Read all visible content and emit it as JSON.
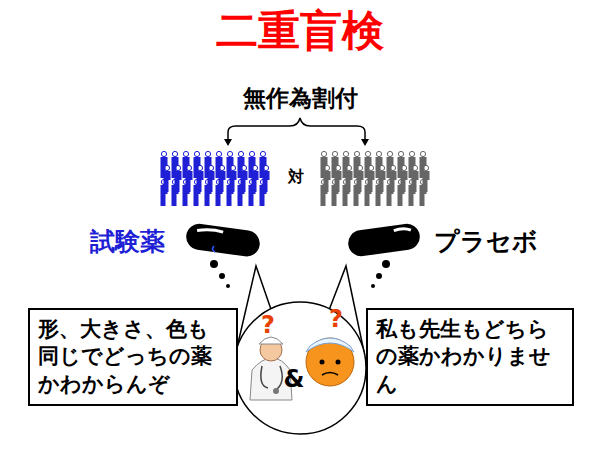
{
  "diagram": {
    "title": "二重盲検",
    "nodes": [
      {
        "text": [
          "形、大きさ、色も同じでどっちの薬かわからんぞ"
        ]
      },
      {
        "text": [
          "私も先生もどちらの薬かわかりません"
        ]
      }
    ],
    "labels": [
      "無作為割付",
      "対",
      "試験薬",
      "プラセボ",
      "?",
      "?",
      "&"
    ]
  }
}
